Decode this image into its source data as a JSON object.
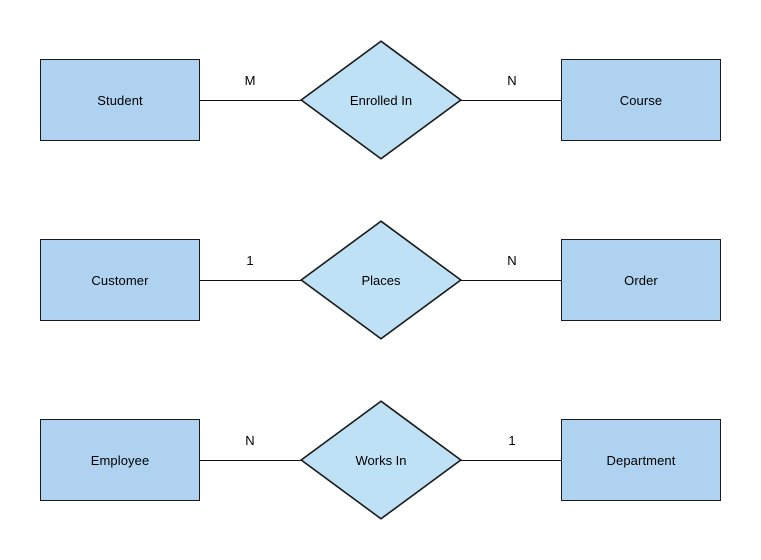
{
  "diagram": {
    "type": "entity-relationship-diagram",
    "background_color": "#ffffff",
    "entity_fill": "#aed2ef",
    "relationship_fill": "#bfe1f5",
    "stroke_color": "#1a1a1a",
    "text_color": "#000000",
    "rows": [
      {
        "left_entity": "Student",
        "left_cardinality": "M",
        "relationship": "Enrolled In",
        "right_cardinality": "N",
        "right_entity": "Course"
      },
      {
        "left_entity": "Customer",
        "left_cardinality": "1",
        "relationship": "Places",
        "right_cardinality": "N",
        "right_entity": "Order"
      },
      {
        "left_entity": "Employee",
        "left_cardinality": "N",
        "relationship": "Works In",
        "right_cardinality": "1",
        "right_entity": "Department"
      }
    ]
  }
}
